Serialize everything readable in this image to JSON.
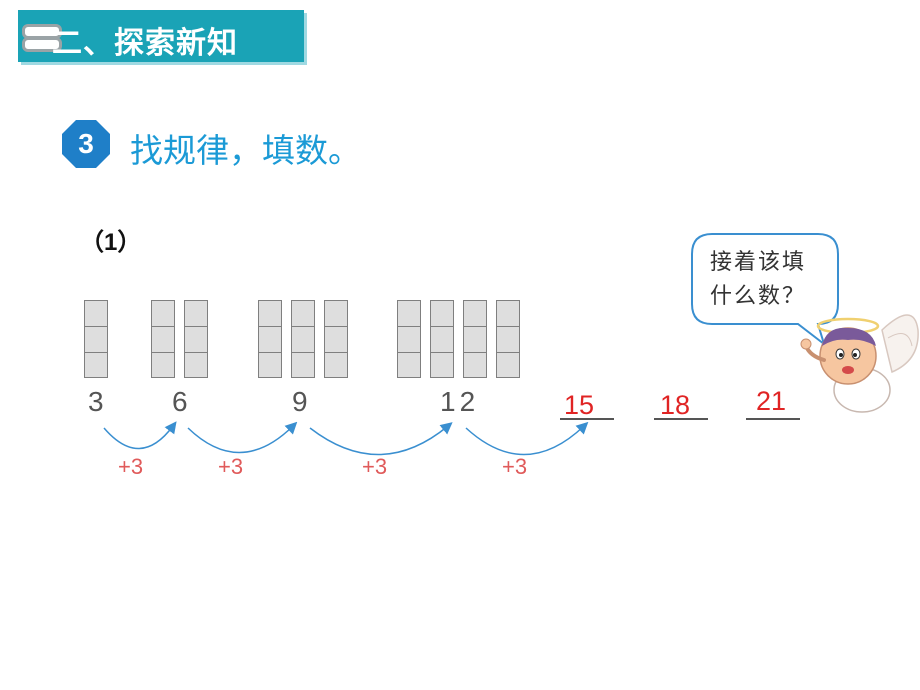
{
  "header": {
    "section_title": "二、探索新知"
  },
  "problem": {
    "number": "3",
    "instruction": "找规律，填数。"
  },
  "part": {
    "label": "（1）"
  },
  "sequence": {
    "given": [
      "3",
      "6",
      "9",
      "12"
    ],
    "answers": [
      "15",
      "18",
      "21"
    ],
    "steps": [
      "+3",
      "+3",
      "+3",
      "+3"
    ]
  },
  "bubble": {
    "line1": "接着该填",
    "line2": "什么数？"
  },
  "colors": {
    "banner": "#1aa3b6",
    "heading": "#1b9ad6",
    "answer": "#e02424",
    "step": "#e05a5a"
  },
  "icons": {
    "ring_binder": "binder-rings-icon",
    "angel": "angel-cartoon-icon"
  }
}
